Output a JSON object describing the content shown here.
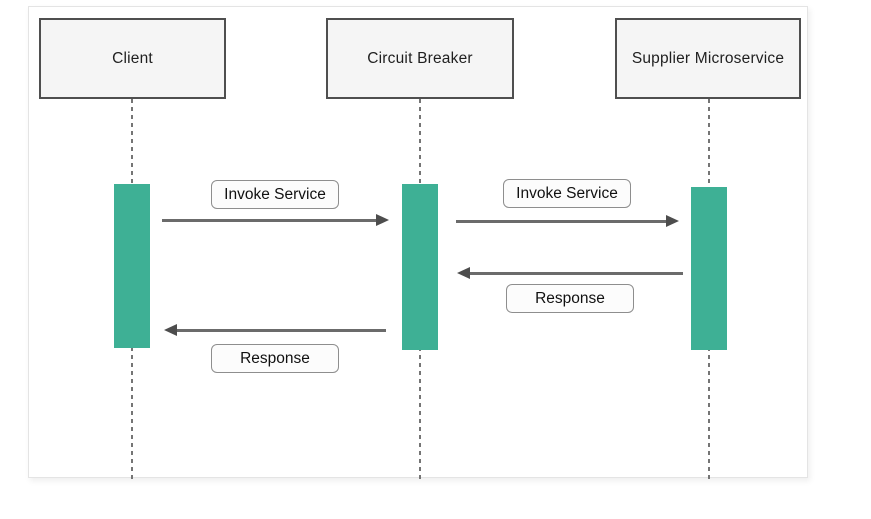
{
  "diagram": {
    "type": "sequence",
    "participants": [
      {
        "name": "Client"
      },
      {
        "name": "Circuit Breaker"
      },
      {
        "name": "Supplier Microservice"
      }
    ],
    "messages": [
      {
        "label": "Invoke Service",
        "from": "Client",
        "to": "Circuit Breaker",
        "direction": "right"
      },
      {
        "label": "Invoke Service",
        "from": "Circuit Breaker",
        "to": "Supplier Microservice",
        "direction": "right"
      },
      {
        "label": "Response",
        "from": "Supplier Microservice",
        "to": "Circuit Breaker",
        "direction": "left"
      },
      {
        "label": "Response",
        "from": "Circuit Breaker",
        "to": "Client",
        "direction": "left"
      }
    ],
    "colors": {
      "activation_bar": "#3eb095",
      "arrow_line": "#6b6b6b",
      "arrow_head": "#4d4d4d",
      "participant_fill": "#f5f5f5",
      "participant_border": "#4f4f4f",
      "lifeline": "#757575",
      "message_label_fill": "#fcfcfc",
      "message_label_border": "#8e8e8e",
      "card_border": "#e4e4e4"
    }
  }
}
